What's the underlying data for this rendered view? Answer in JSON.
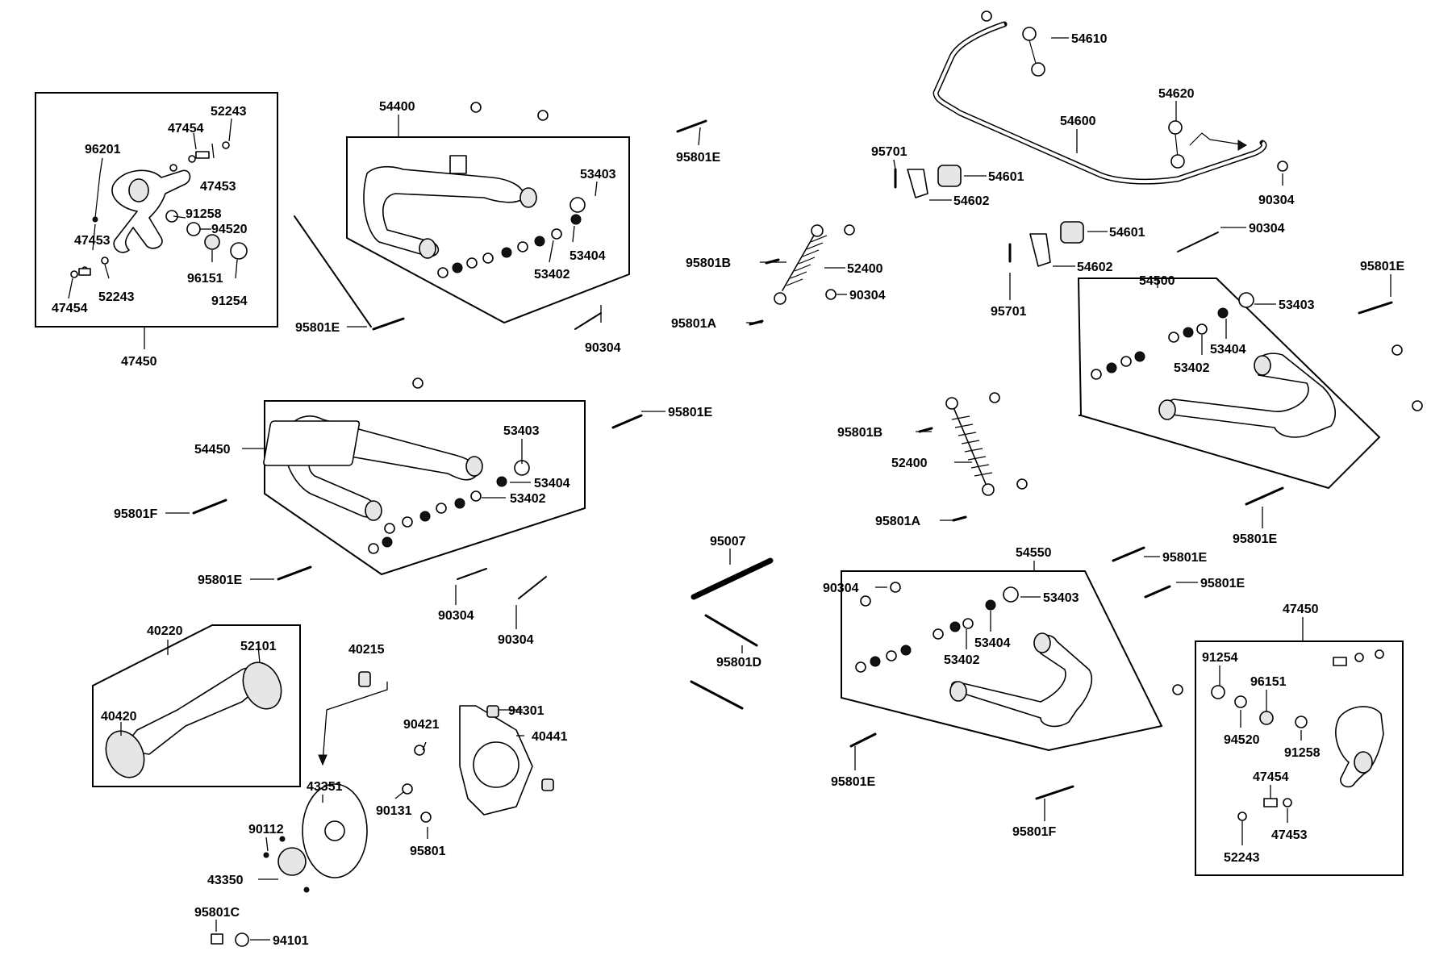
{
  "diagram": {
    "labels": {
      "l47450_tl": "47450",
      "l96201": "96201",
      "l47454_a": "47454",
      "l52243_a": "52243",
      "l47453_a": "47453",
      "l91258_a": "91258",
      "l94520_a": "94520",
      "l47453_b": "47453",
      "l52243_b": "52243",
      "l47454_b": "47454",
      "l96151_a": "96151",
      "l91254_a": "91254",
      "l54400": "54400",
      "l53403_a": "53403",
      "l53404_a": "53404",
      "l53402_a": "53402",
      "l95801E_a": "95801E",
      "l95801E_b": "95801E",
      "l90304_a": "90304",
      "l95701_a": "95701",
      "l54601_a": "54601",
      "l54602_a": "54602",
      "l54610": "54610",
      "l54620": "54620",
      "l54600": "54600",
      "l90304_b": "90304",
      "l90304_c": "90304",
      "l54601_b": "54601",
      "l54602_b": "54602",
      "l95701_b": "95701",
      "l95801B_a": "95801B",
      "l52400_a": "52400",
      "l90304_d": "90304",
      "l95801A_a": "95801A",
      "l54500": "54500",
      "l53403_b": "53403",
      "l53404_b": "53404",
      "l53402_b": "53402",
      "l95801E_c": "95801E",
      "l95801E_d": "95801E",
      "l54450": "54450",
      "l53403_c": "53403",
      "l53404_c": "53404",
      "l53402_c": "53402",
      "l95801E_e": "95801E",
      "l95801F_a": "95801F",
      "l95801E_f": "95801E",
      "l90304_e": "90304",
      "l90304_f": "90304",
      "l95801B_b": "95801B",
      "l52400_b": "52400",
      "l95801A_b": "95801A",
      "l95007": "95007",
      "l95801D": "95801D",
      "l90304_g": "90304",
      "l54550": "54550",
      "l53403_d": "53403",
      "l53404_d": "53404",
      "l53402_d": "53402",
      "l95801E_g": "95801E",
      "l95801E_h": "95801E",
      "l95801E_i": "95801E",
      "l95801F_b": "95801F",
      "l40220": "40220",
      "l52101": "52101",
      "l40420": "40420",
      "l40215": "40215",
      "l90421": "90421",
      "l94301": "94301",
      "l40441": "40441",
      "l43351": "43351",
      "l90131": "90131",
      "l95801": "95801",
      "l90112": "90112",
      "l43350": "43350",
      "l95801C": "95801C",
      "l94101": "94101",
      "l47450_br": "47450",
      "l91254_b": "91254",
      "l96151_b": "96151",
      "l94520_b": "94520",
      "l91258_b": "91258",
      "l47454_c": "47454",
      "l47453_c": "47453",
      "l52243_c": "52243"
    }
  }
}
